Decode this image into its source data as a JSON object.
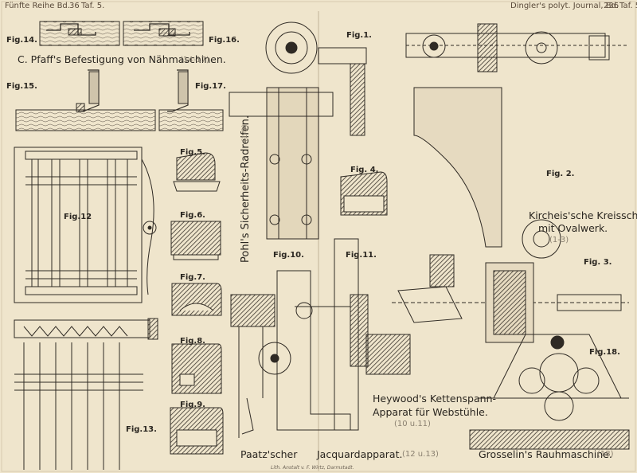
{
  "header": {
    "left_series": "Fünfte Reihe Bd.",
    "left_volume": "36",
    "left_plate": "Taf. 5.",
    "right_journal": "Dingler's polyt. Journal, Bd.",
    "right_volume": "236",
    "right_plate": "Taf. 5"
  },
  "titles": {
    "pfaff": "C. Pfaff's Befestigung von Nähmaschinen.",
    "pfaff_ref": "(14-17)",
    "pohl": "Pohl's Sicherheits-Radreifen.",
    "pohl_ref": "(1-9)",
    "kircheis_line1": "Kircheis'sche Kreisschere",
    "kircheis_line2": "mit Ovalwerk.",
    "kircheis_ref": "(1-3)",
    "heywood_line1": "Heywood's Kettenspann-",
    "heywood_line2": "Apparat für Webstühle.",
    "heywood_ref": "(10 u.11)",
    "paatz": "Paatz'scher",
    "jacquard": "Jacquardapparat.",
    "jacquard_ref": "(12 u.13)",
    "grosselin": "Grosselin's Rauhmaschine.",
    "grosselin_ref": "(18)"
  },
  "figures": {
    "fig1": "Fig.1.",
    "fig2": "Fig. 2.",
    "fig3": "Fig. 3.",
    "fig4": "Fig. 4.",
    "fig5": "Fig.5.",
    "fig6": "Fig.6.",
    "fig7": "Fig.7.",
    "fig8": "Fig.8.",
    "fig9": "Fig.9.",
    "fig10": "Fig.10.",
    "fig11": "Fig.11.",
    "fig12": "Fig.12",
    "fig13": "Fig.13.",
    "fig14": "Fig.14.",
    "fig15": "Fig.15.",
    "fig16": "Fig.16.",
    "fig17": "Fig.17.",
    "fig18": "Fig.18."
  },
  "imprint": "Lith. Anstalt v. F. Wirtz, Darmstadt."
}
